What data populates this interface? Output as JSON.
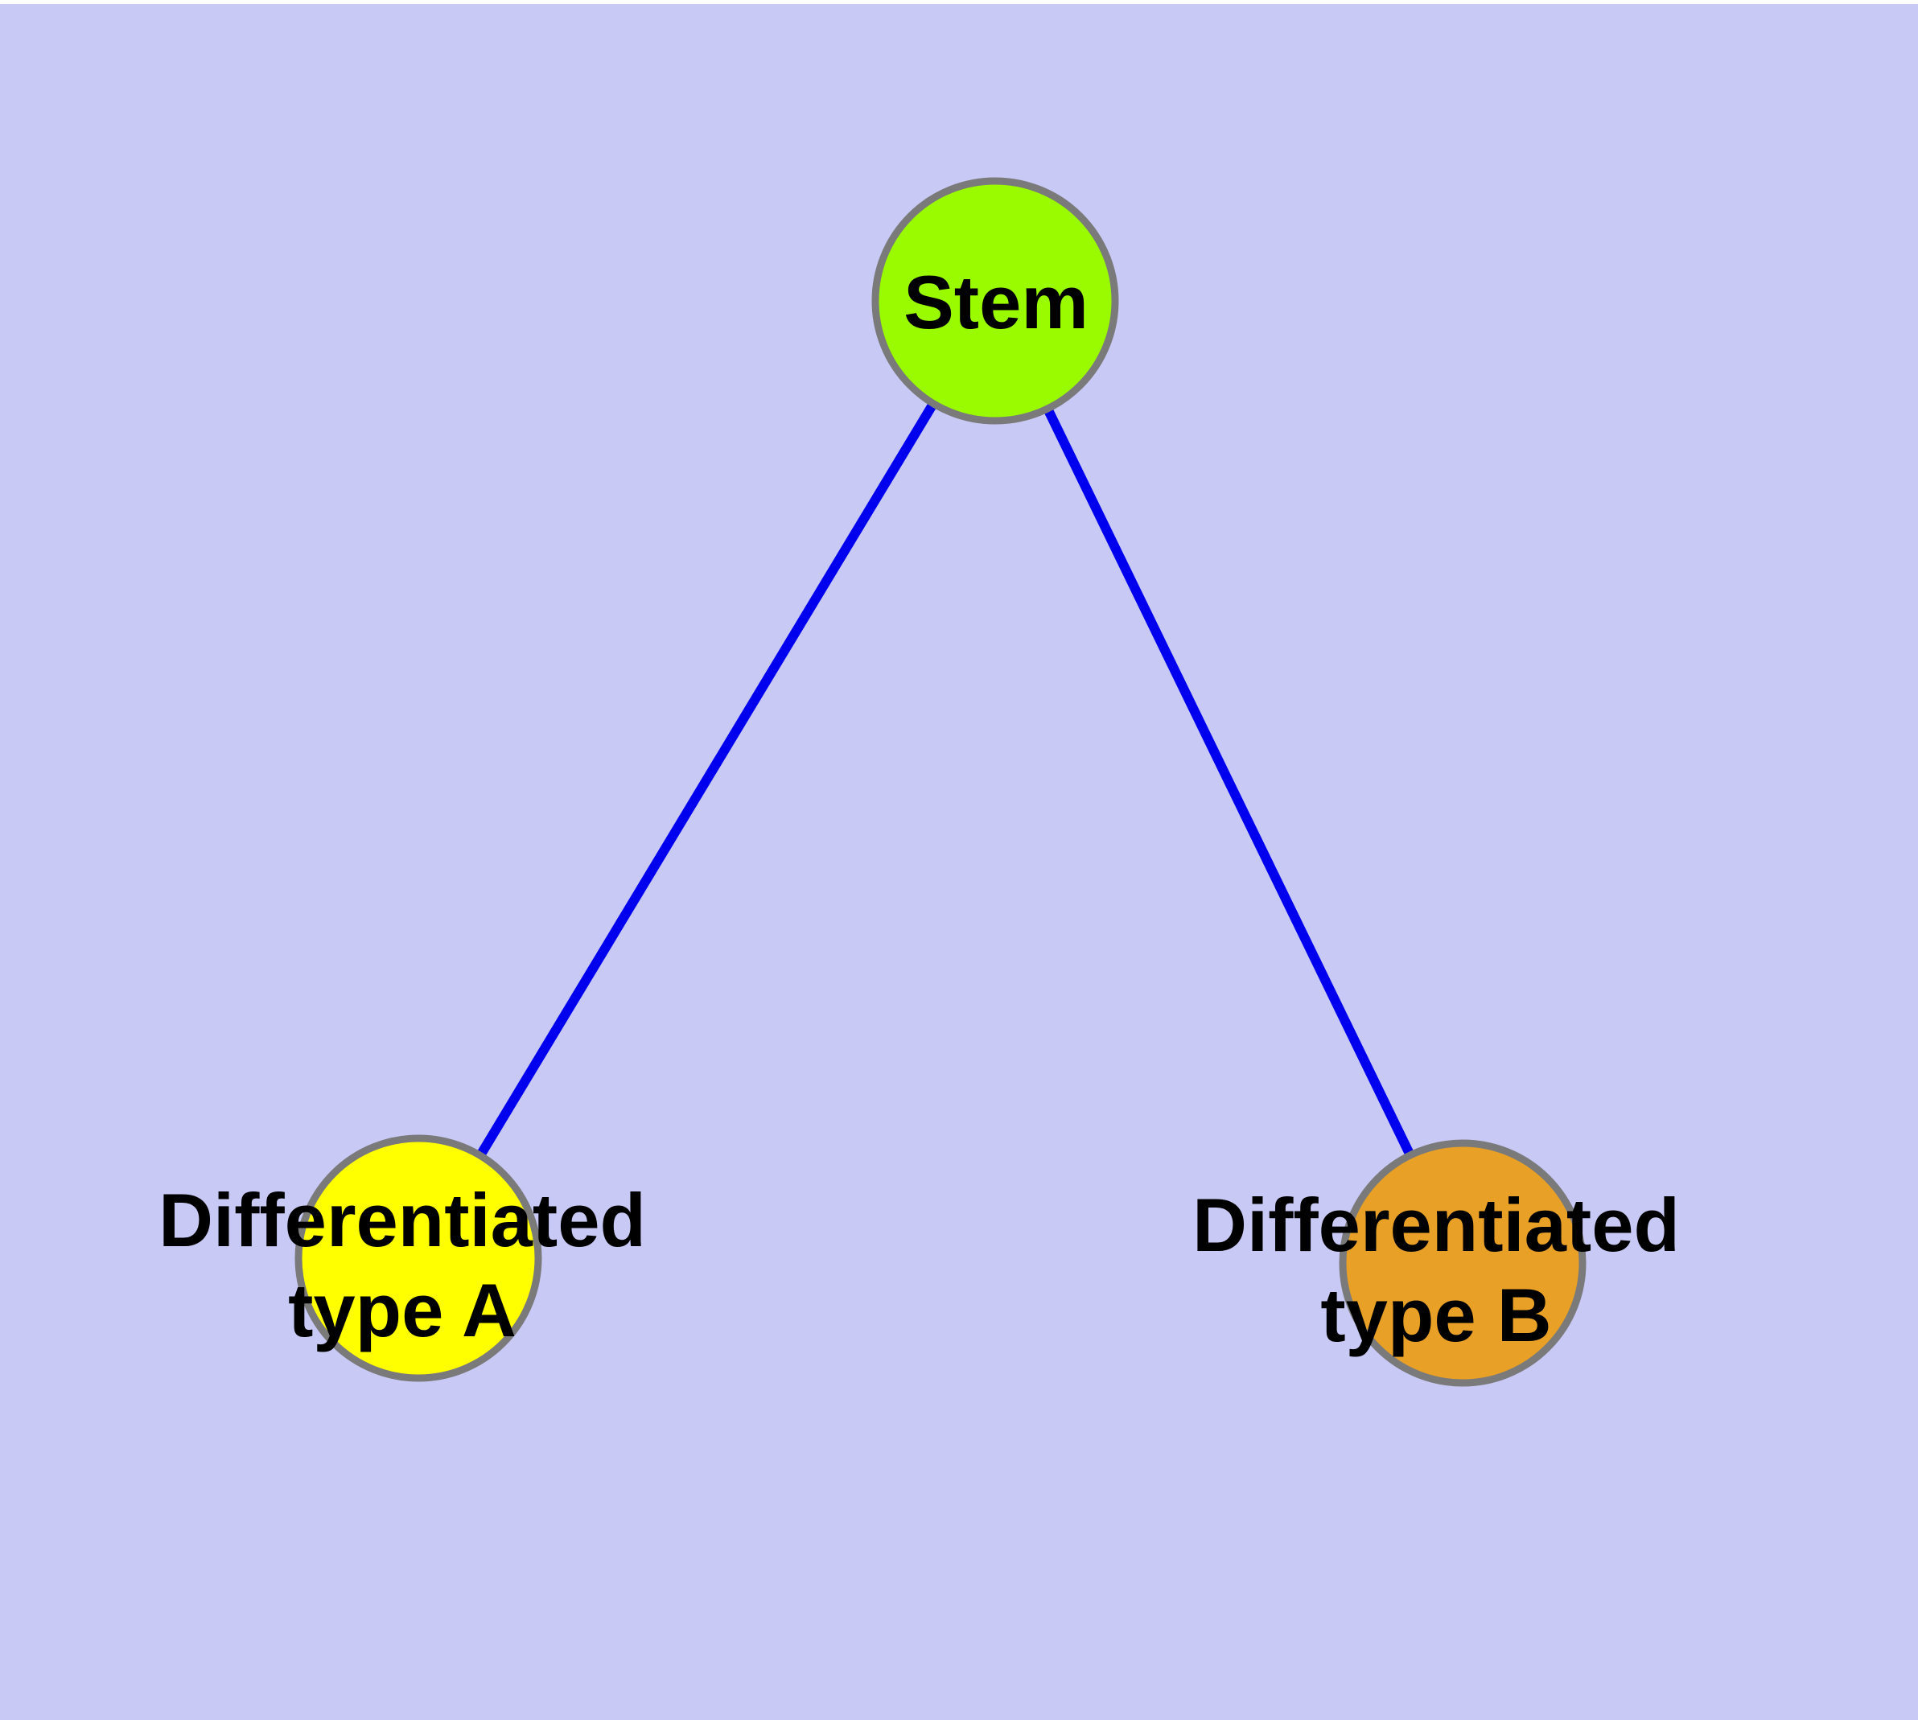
{
  "diagram": {
    "background_color": "#C9C9F6",
    "edge_color": "#0000EE",
    "node_border_color": "#7A7A7A",
    "label_color": "#000000"
  },
  "nodes": {
    "stem": {
      "label": "Stem",
      "fill": "#9AFB00"
    },
    "type_a": {
      "line1": "Differentiated",
      "line2": "type A",
      "fill": "#FFFF00"
    },
    "type_b": {
      "line1": "Differentiated",
      "line2": "type B",
      "fill": "#E8A026"
    }
  },
  "edges": [
    {
      "from": "Stem",
      "to": "Differentiated type A"
    },
    {
      "from": "Stem",
      "to": "Differentiated type B"
    }
  ]
}
